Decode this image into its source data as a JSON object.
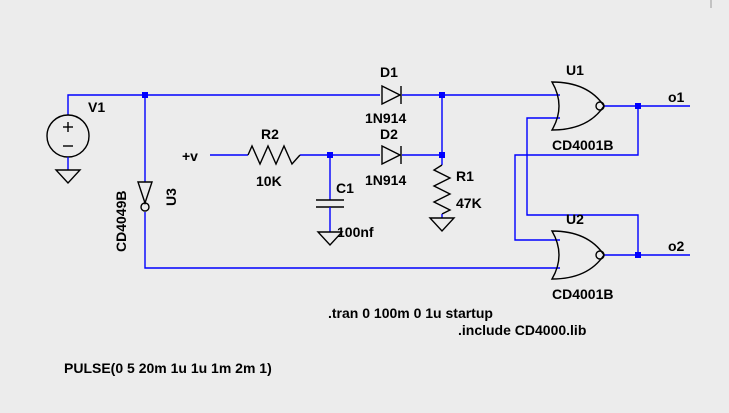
{
  "components": {
    "v1": "V1",
    "d1": "D1",
    "d1_model": "1N914",
    "d2": "D2",
    "d2_model": "1N914",
    "r2": "R2",
    "r2_value": "10K",
    "c1": "C1",
    "c1_value": "100nf",
    "r1": "R1",
    "r1_value": "47K",
    "u1": "U1",
    "u1_model": "CD4001B",
    "u2": "U2",
    "u2_model": "CD4001B",
    "u3": "U3",
    "u3_model": "CD4049B"
  },
  "nets": {
    "plus_v": "+v",
    "o1": "o1",
    "o2": "o2"
  },
  "directives": {
    "tran": ".tran 0 100m 0 1u startup",
    "include": ".include CD4000.lib",
    "pulse": "PULSE(0 5 20m 1u 1u 1m 2m 1)"
  }
}
